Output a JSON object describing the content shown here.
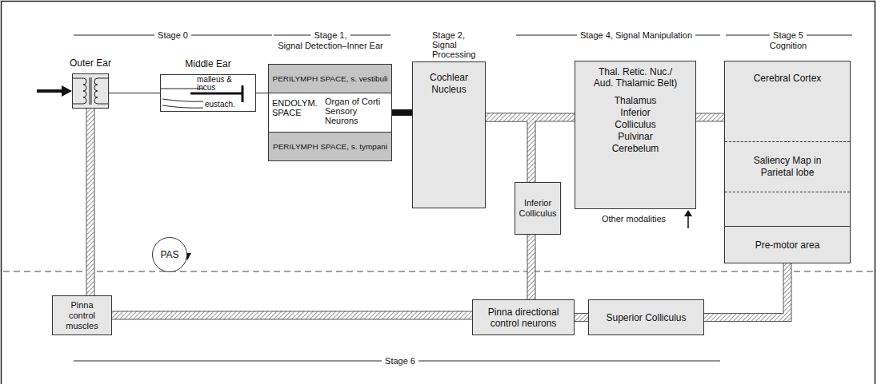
{
  "diagram": {
    "nodes": [
      {
        "text": [
          "Outer Ear"
        ]
      },
      {
        "text": [
          "Middle Ear",
          "malleus & incus",
          "eustach."
        ]
      },
      {
        "text": [
          "PAS"
        ]
      },
      {
        "text": [
          "ENDOLYM. SPACE",
          "Organ of Corti Sensory Neurons"
        ]
      },
      {
        "text": [
          "PERILYMPH SPACE, s. vestibuli"
        ],
        "in": 3
      },
      {
        "text": [
          "PERILYMPH SPACE, s. tympani"
        ],
        "in": 3
      },
      {
        "text": [
          "Cochlear Nucleus"
        ]
      },
      {
        "text": [
          "Inferior Colliculus"
        ]
      },
      {
        "text": [
          "Thal. Retic. Nuc./ Aud. Thalamic Belt)",
          "Thalamus",
          "Inferior Colliculus",
          "Pulvinar",
          "Cerebelum"
        ]
      },
      {
        "text": [
          "Cerebral Cortex"
        ]
      },
      {
        "text": [
          "Saliency Map in Parietal lobe"
        ],
        "in": 9
      },
      {
        "text": [
          "Pre-motor area"
        ],
        "in": 9
      },
      {
        "text": [
          "Pinna control muscles"
        ]
      },
      {
        "text": [
          "Pinna directional control neurons"
        ]
      },
      {
        "text": [
          "Superior Colliculus"
        ]
      }
    ],
    "edges": [
      {
        "from": 0,
        "to": 1,
        "arrow": "none"
      },
      {
        "from": 1,
        "to": 3,
        "arrow": "none"
      },
      {
        "from": 3,
        "to": 6,
        "arrow": "none"
      },
      {
        "from": 6,
        "to": 8,
        "arrow": "none"
      },
      {
        "from": 6,
        "to": 7,
        "arrow": "none"
      },
      {
        "from": 7,
        "to": 13,
        "arrow": "none"
      },
      {
        "from": 8,
        "to": 9,
        "arrow": "none"
      },
      {
        "from": 0,
        "to": 12,
        "arrow": "none"
      },
      {
        "from": 12,
        "to": 13,
        "arrow": "none"
      },
      {
        "from": 13,
        "to": 14,
        "arrow": "none"
      },
      {
        "from": 14,
        "to": 11,
        "arrow": "none"
      }
    ],
    "labels": [
      "Stage 0",
      "Stage 1,",
      "Signal Detection–Inner Ear",
      "Stage 2,",
      "Signal Processing",
      "Stage 4, Signal Manipulation",
      "Stage 5",
      "Cognition",
      "Other modalities",
      "Stage 6"
    ]
  }
}
